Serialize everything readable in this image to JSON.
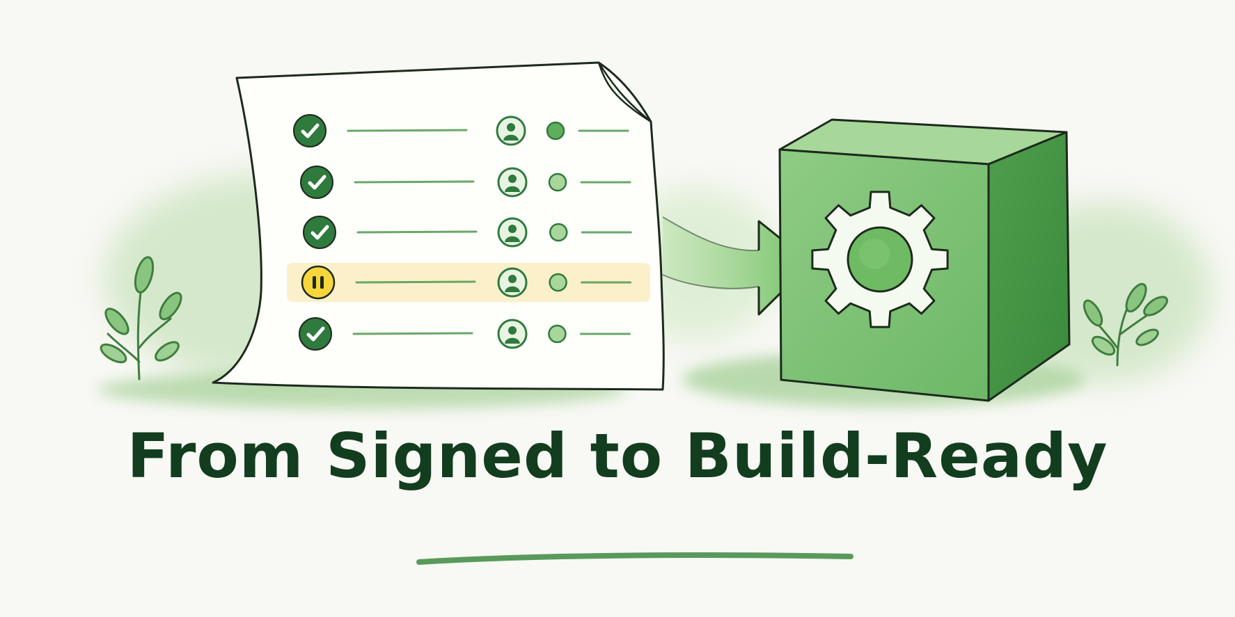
{
  "headline": "From Signed to Build-Ready",
  "colors": {
    "background": "#f8f8f4",
    "ink": "#123d1f",
    "green_dark": "#2f7a3d",
    "green_mid": "#5fae5c",
    "green_light": "#a9d69a",
    "paused_yellow": "#f6d63a",
    "highlight_band": "#fbf0c9"
  },
  "checklist": {
    "rows": [
      {
        "status": "done",
        "status_icon": "check-icon"
      },
      {
        "status": "done",
        "status_icon": "check-icon"
      },
      {
        "status": "done",
        "status_icon": "check-icon"
      },
      {
        "status": "paused",
        "status_icon": "pause-icon"
      },
      {
        "status": "done",
        "status_icon": "check-icon"
      }
    ]
  },
  "illustration": {
    "document_icon": "document-icon",
    "arrow_icon": "arrow-right-icon",
    "cube_icon": "cube-icon",
    "gear_icon": "gear-icon",
    "plant_icon": "plant-icon"
  }
}
